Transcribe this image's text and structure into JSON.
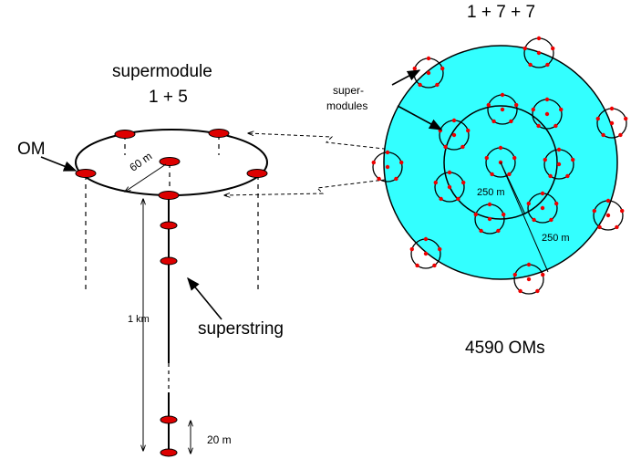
{
  "left_module": {
    "title": "supermodule",
    "count": "1 + 5",
    "om_label": "OM",
    "radius_label": "60 m",
    "string_label": "superstring",
    "depth_label": "1 km",
    "spacing_label": "20 m"
  },
  "array": {
    "count": "1 + 7 + 7",
    "supermodules_line1": "super-",
    "supermodules_line2": "modules",
    "inner_radius_label": "250 m",
    "outer_radius_label": "250 m",
    "total_label": "4590 OMs"
  },
  "colors": {
    "array_fill": "#33ffff",
    "om_fill": "#dd0000",
    "om_dot": "#ee0000",
    "line": "#000000"
  }
}
